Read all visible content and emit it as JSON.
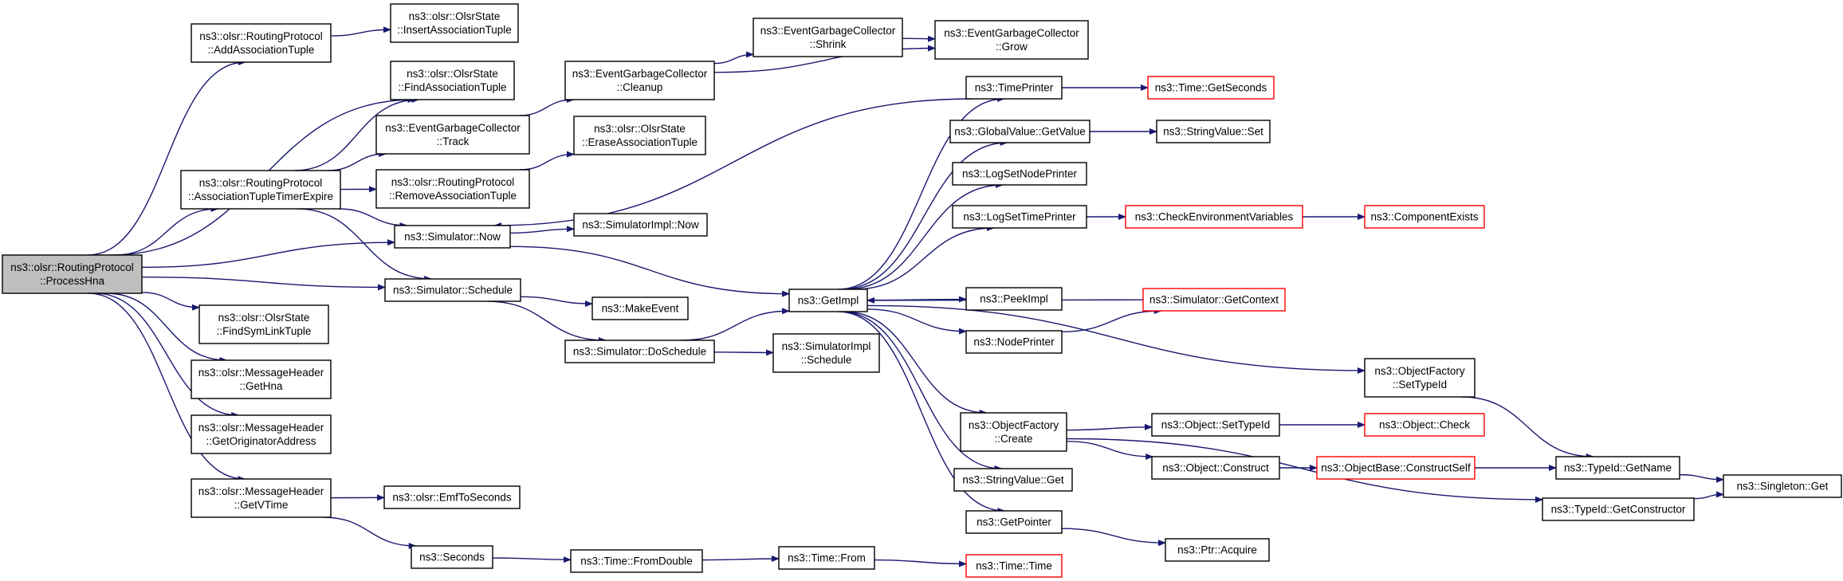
{
  "diagram": {
    "nodes": [
      {
        "id": "processhna",
        "lines": [
          "ns3::olsr::RoutingProtocol",
          "::ProcessHna"
        ],
        "style": "root"
      },
      {
        "id": "addassoc",
        "lines": [
          "ns3::olsr::RoutingProtocol",
          "::AddAssociationTuple"
        ],
        "style": "normal"
      },
      {
        "id": "insertassoc",
        "lines": [
          "ns3::olsr::OlsrState",
          "::InsertAssociationTuple"
        ],
        "style": "normal"
      },
      {
        "id": "findassoc",
        "lines": [
          "ns3::olsr::OlsrState",
          "::FindAssociationTuple"
        ],
        "style": "normal"
      },
      {
        "id": "assoctimer",
        "lines": [
          "ns3::olsr::RoutingProtocol",
          "::AssociationTupleTimerExpire"
        ],
        "style": "normal"
      },
      {
        "id": "egc_track",
        "lines": [
          "ns3::EventGarbageCollector",
          "::Track"
        ],
        "style": "normal"
      },
      {
        "id": "rp_removeassoc",
        "lines": [
          "ns3::olsr::RoutingProtocol",
          "::RemoveAssociationTuple"
        ],
        "style": "normal"
      },
      {
        "id": "egc_cleanup",
        "lines": [
          "ns3::EventGarbageCollector",
          "::Cleanup"
        ],
        "style": "normal"
      },
      {
        "id": "egc_shrink",
        "lines": [
          "ns3::EventGarbageCollector",
          "::Shrink"
        ],
        "style": "normal"
      },
      {
        "id": "egc_grow",
        "lines": [
          "ns3::EventGarbageCollector",
          "::Grow"
        ],
        "style": "normal"
      },
      {
        "id": "eraseassoc",
        "lines": [
          "ns3::olsr::OlsrState",
          "::EraseAssociationTuple"
        ],
        "style": "normal"
      },
      {
        "id": "sim_now",
        "lines": [
          "ns3::Simulator::Now"
        ],
        "style": "normal"
      },
      {
        "id": "simimpl_now",
        "lines": [
          "ns3::SimulatorImpl::Now"
        ],
        "style": "normal"
      },
      {
        "id": "sim_schedule",
        "lines": [
          "ns3::Simulator::Schedule"
        ],
        "style": "normal"
      },
      {
        "id": "makeevent",
        "lines": [
          "ns3::MakeEvent"
        ],
        "style": "normal"
      },
      {
        "id": "doschedule",
        "lines": [
          "ns3::Simulator::DoSchedule"
        ],
        "style": "normal"
      },
      {
        "id": "simimpl_schedule",
        "lines": [
          "ns3::SimulatorImpl",
          "::Schedule"
        ],
        "style": "normal"
      },
      {
        "id": "findsymlink",
        "lines": [
          "ns3::olsr::OlsrState",
          "::FindSymLinkTuple"
        ],
        "style": "normal"
      },
      {
        "id": "gethna",
        "lines": [
          "ns3::olsr::MessageHeader",
          "::GetHna"
        ],
        "style": "normal"
      },
      {
        "id": "getorig",
        "lines": [
          "ns3::olsr::MessageHeader",
          "::GetOriginatorAddress"
        ],
        "style": "normal"
      },
      {
        "id": "getvtime",
        "lines": [
          "ns3::olsr::MessageHeader",
          "::GetVTime"
        ],
        "style": "normal"
      },
      {
        "id": "emftosec",
        "lines": [
          "ns3::olsr::EmfToSeconds"
        ],
        "style": "normal"
      },
      {
        "id": "seconds",
        "lines": [
          "ns3::Seconds"
        ],
        "style": "normal"
      },
      {
        "id": "fromdouble",
        "lines": [
          "ns3::Time::FromDouble"
        ],
        "style": "normal"
      },
      {
        "id": "timefrom",
        "lines": [
          "ns3::Time::From"
        ],
        "style": "normal"
      },
      {
        "id": "timetime",
        "lines": [
          "ns3::Time::Time"
        ],
        "style": "red"
      },
      {
        "id": "getimpl",
        "lines": [
          "ns3::GetImpl"
        ],
        "style": "normal"
      },
      {
        "id": "timeprinter",
        "lines": [
          "ns3::TimePrinter"
        ],
        "style": "normal"
      },
      {
        "id": "getseconds",
        "lines": [
          "ns3::Time::GetSeconds"
        ],
        "style": "red"
      },
      {
        "id": "gv_getvalue",
        "lines": [
          "ns3::GlobalValue::GetValue"
        ],
        "style": "normal"
      },
      {
        "id": "sv_set",
        "lines": [
          "ns3::StringValue::Set"
        ],
        "style": "normal"
      },
      {
        "id": "lognodeprinter",
        "lines": [
          "ns3::LogSetNodePrinter"
        ],
        "style": "normal"
      },
      {
        "id": "logtimeprinter",
        "lines": [
          "ns3::LogSetTimePrinter"
        ],
        "style": "normal"
      },
      {
        "id": "checkenv",
        "lines": [
          "ns3::CheckEnvironmentVariables"
        ],
        "style": "red"
      },
      {
        "id": "compexists",
        "lines": [
          "ns3::ComponentExists"
        ],
        "style": "red"
      },
      {
        "id": "peekimpl",
        "lines": [
          "ns3::PeekImpl"
        ],
        "style": "normal"
      },
      {
        "id": "sim_getcontext",
        "lines": [
          "ns3::Simulator::GetContext"
        ],
        "style": "red"
      },
      {
        "id": "nodeprinter",
        "lines": [
          "ns3::NodePrinter"
        ],
        "style": "normal"
      },
      {
        "id": "of_settypeid",
        "lines": [
          "ns3::ObjectFactory",
          "::SetTypeId"
        ],
        "style": "normal"
      },
      {
        "id": "of_create",
        "lines": [
          "ns3::ObjectFactory",
          "::Create"
        ],
        "style": "normal"
      },
      {
        "id": "obj_settypeid",
        "lines": [
          "ns3::Object::SetTypeId"
        ],
        "style": "normal"
      },
      {
        "id": "obj_check",
        "lines": [
          "ns3::Object::Check"
        ],
        "style": "red"
      },
      {
        "id": "obj_construct",
        "lines": [
          "ns3::Object::Construct"
        ],
        "style": "normal"
      },
      {
        "id": "constructself",
        "lines": [
          "ns3::ObjectBase::ConstructSelf"
        ],
        "style": "red"
      },
      {
        "id": "typeid_getname",
        "lines": [
          "ns3::TypeId::GetName"
        ],
        "style": "normal"
      },
      {
        "id": "singleton_get",
        "lines": [
          "ns3::Singleton::Get"
        ],
        "style": "normal"
      },
      {
        "id": "sv_get",
        "lines": [
          "ns3::StringValue::Get"
        ],
        "style": "normal"
      },
      {
        "id": "typeid_getctor",
        "lines": [
          "ns3::TypeId::GetConstructor"
        ],
        "style": "normal"
      },
      {
        "id": "getpointer",
        "lines": [
          "ns3::GetPointer"
        ],
        "style": "normal"
      },
      {
        "id": "ptr_acquire",
        "lines": [
          "ns3::Ptr::Acquire"
        ],
        "style": "normal"
      }
    ],
    "edges": [
      [
        "processhna",
        "addassoc"
      ],
      [
        "processhna",
        "findassoc"
      ],
      [
        "processhna",
        "assoctimer"
      ],
      [
        "processhna",
        "sim_now"
      ],
      [
        "processhna",
        "sim_schedule"
      ],
      [
        "processhna",
        "findsymlink"
      ],
      [
        "processhna",
        "gethna"
      ],
      [
        "processhna",
        "getorig"
      ],
      [
        "processhna",
        "getvtime"
      ],
      [
        "addassoc",
        "insertassoc"
      ],
      [
        "assoctimer",
        "findassoc"
      ],
      [
        "assoctimer",
        "egc_track"
      ],
      [
        "assoctimer",
        "rp_removeassoc"
      ],
      [
        "assoctimer",
        "sim_now"
      ],
      [
        "assoctimer",
        "sim_schedule"
      ],
      [
        "egc_track",
        "egc_cleanup"
      ],
      [
        "egc_cleanup",
        "egc_shrink"
      ],
      [
        "egc_cleanup",
        "egc_grow"
      ],
      [
        "egc_shrink",
        "egc_grow"
      ],
      [
        "rp_removeassoc",
        "eraseassoc"
      ],
      [
        "sim_now",
        "simimpl_now"
      ],
      [
        "sim_now",
        "getimpl"
      ],
      [
        "sim_schedule",
        "makeevent"
      ],
      [
        "sim_schedule",
        "doschedule"
      ],
      [
        "doschedule",
        "getimpl"
      ],
      [
        "doschedule",
        "simimpl_schedule"
      ],
      [
        "getvtime",
        "emftosec"
      ],
      [
        "getvtime",
        "seconds"
      ],
      [
        "seconds",
        "fromdouble"
      ],
      [
        "fromdouble",
        "timefrom"
      ],
      [
        "timefrom",
        "timetime"
      ],
      [
        "getimpl",
        "timeprinter"
      ],
      [
        "getimpl",
        "gv_getvalue"
      ],
      [
        "getimpl",
        "lognodeprinter"
      ],
      [
        "getimpl",
        "logtimeprinter"
      ],
      [
        "getimpl",
        "peekimpl"
      ],
      [
        "getimpl",
        "nodeprinter"
      ],
      [
        "getimpl",
        "of_settypeid"
      ],
      [
        "getimpl",
        "of_create"
      ],
      [
        "getimpl",
        "sv_get"
      ],
      [
        "getimpl",
        "getpointer"
      ],
      [
        "timeprinter",
        "sim_now"
      ],
      [
        "timeprinter",
        "getseconds"
      ],
      [
        "gv_getvalue",
        "sv_set"
      ],
      [
        "logtimeprinter",
        "checkenv"
      ],
      [
        "checkenv",
        "compexists"
      ],
      [
        "sim_getcontext",
        "getimpl"
      ],
      [
        "nodeprinter",
        "sim_getcontext"
      ],
      [
        "of_settypeid",
        "typeid_getname"
      ],
      [
        "of_create",
        "obj_settypeid"
      ],
      [
        "of_create",
        "obj_construct"
      ],
      [
        "of_create",
        "typeid_getctor"
      ],
      [
        "obj_settypeid",
        "obj_check"
      ],
      [
        "obj_construct",
        "constructself"
      ],
      [
        "constructself",
        "typeid_getname"
      ],
      [
        "typeid_getname",
        "singleton_get"
      ],
      [
        "typeid_getctor",
        "singleton_get"
      ],
      [
        "getpointer",
        "ptr_acquire"
      ]
    ],
    "colors": {
      "edge": "#191970",
      "node_border": "#000000",
      "node_fill": "#ffffff",
      "root_fill": "#bfbfbf",
      "root_border": "#000000",
      "truncated_border": "#ff0000"
    }
  }
}
